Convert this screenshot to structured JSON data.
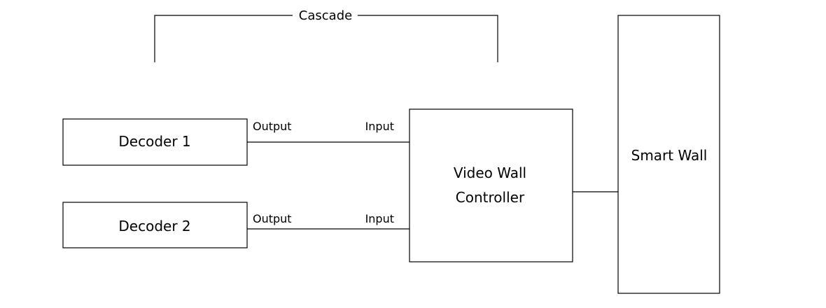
{
  "cascade": {
    "label": "Cascade"
  },
  "decoders": [
    {
      "label": "Decoder 1",
      "output_label": "Output",
      "input_label": "Input"
    },
    {
      "label": "Decoder 2",
      "output_label": "Output",
      "input_label": "Input"
    }
  ],
  "controller": {
    "line1": "Video Wall",
    "line2": "Controller"
  },
  "smart_wall": {
    "label": "Smart Wall"
  }
}
